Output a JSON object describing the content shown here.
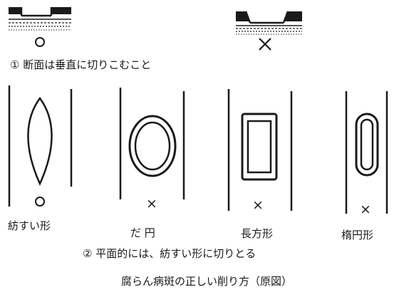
{
  "caption_1": "① 断面は垂直に切りこむこと",
  "caption_2": "② 平面的には、紡すい形に切りとる",
  "title": "腐らん病斑の正しい削り方（原図）",
  "section_marks": {
    "correct": "○",
    "incorrect": "×"
  },
  "shapes": [
    {
      "label": "紡すい形",
      "mark": "○"
    },
    {
      "label": "だ 円",
      "mark": "×"
    },
    {
      "label": "長方形",
      "mark": "×"
    },
    {
      "label": "楕円形",
      "mark": "×"
    }
  ],
  "colors": {
    "ink": "#1a1a1a",
    "background": "#ffffff"
  }
}
